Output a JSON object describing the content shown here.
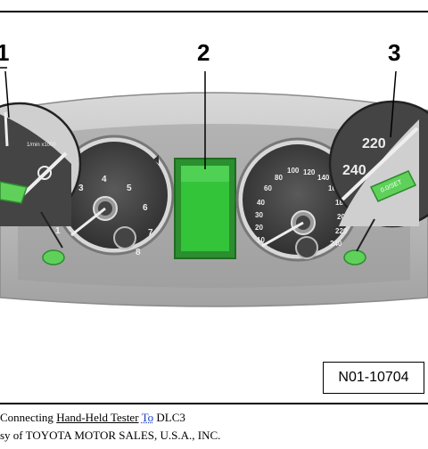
{
  "figure": {
    "callouts": [
      "1",
      "2",
      "3"
    ],
    "reference_code": "N01-10704",
    "tachometer_ticks": [
      "1",
      "3",
      "4",
      "5",
      "6",
      "7",
      "8"
    ],
    "speedometer_ticks": [
      "10",
      "20",
      "30",
      "40",
      "60",
      "80",
      "100",
      "120",
      "140",
      "160",
      "180",
      "200",
      "220",
      "240"
    ],
    "zoom_left_label": "1/min x1000",
    "zoom_right_ticks": [
      "220",
      "240"
    ],
    "zoom_right_button": "0.0/SET",
    "colors": {
      "display_green": "#33c43a",
      "button_green": "#5fd15a",
      "cluster_gray": "#7a7a7a",
      "dial_dark": "#3b3b3b"
    }
  },
  "caption": {
    "line1_prefix": "Connecting",
    "line1_link1": "Hand-Held Tester",
    "line1_link2": "To",
    "line1_suffix": "DLC3",
    "line2": "sy of TOYOTA MOTOR SALES, U.S.A., INC."
  }
}
